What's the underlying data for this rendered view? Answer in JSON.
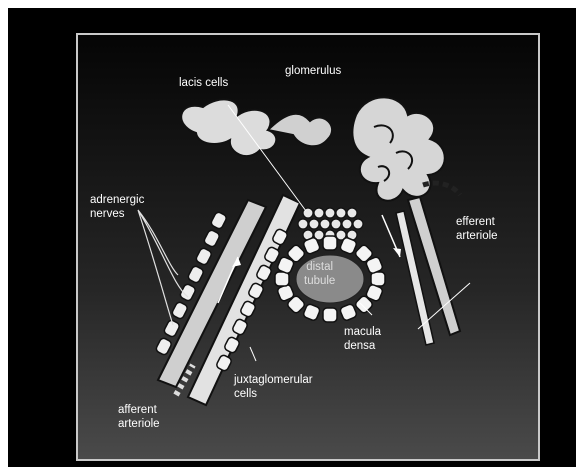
{
  "labels": {
    "lacis_cells": "lacis cells",
    "glomerulus": "glomerulus",
    "adrenergic_nerves": [
      "adrenergic",
      "nerves"
    ],
    "efferent_arteriole": [
      "efferent",
      "arteriole"
    ],
    "distal_tubule": [
      "distal",
      "tubule"
    ],
    "macula_densa": [
      "macula",
      "densa"
    ],
    "juxtaglomerular_cells": [
      "juxtaglomerular",
      "cells"
    ],
    "afferent_arteriole": [
      "afferent",
      "arteriole"
    ]
  },
  "colors": {
    "panel_border": "#c9c9c9",
    "label_text": "#ffffff",
    "cell_fill": "#e6e6e6",
    "cell_outline": "#111111"
  }
}
